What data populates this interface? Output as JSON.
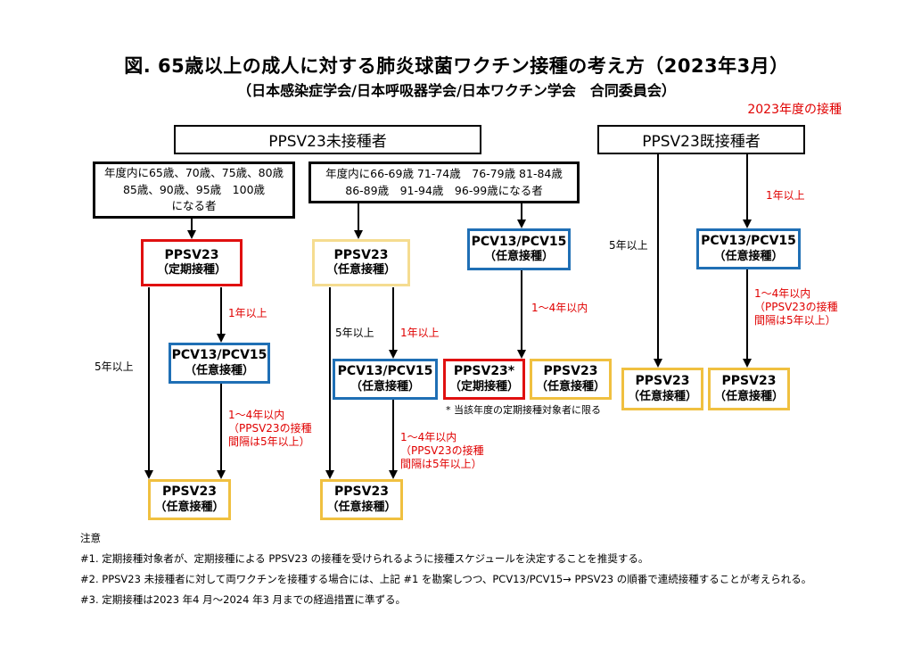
{
  "title": "図. 65歳以上の成人に対する肺炎球菌ワクチン接種の考え方（2023年3月）",
  "subtitle": "（日本感染症学会/日本呼吸器学会/日本ワクチン学会　合同委員会）",
  "fiscal_year_note": "2023年度の接種",
  "groups": {
    "unvaccinated": "PPSV23未接種者",
    "vaccinated": "PPSV23既接種者"
  },
  "conditions": {
    "ages_a_line1": "年度内に65歳、70歳、75歳、80歳",
    "ages_a_line2": "85歳、90歳、95歳　100歳",
    "ages_a_line3": "になる者",
    "ages_b_line1": "年度内に66-69歳 71-74歳　76-79歳 81-84歳",
    "ages_b_line2": "86-89歳　91-94歳　96-99歳になる者"
  },
  "boxes": {
    "ppsv23": "PPSV23",
    "pcv": "PCV13/PCV15",
    "routine": "（定期接種）",
    "optional": "（任意接種）",
    "routine_plain": "（定期接種）",
    "optional_plain": "（任意接種）",
    "ppsv23_star": "PPSV23*"
  },
  "labels": {
    "five_years": "5年以上",
    "one_year": "1年以上",
    "one_to_four": "1～4年以内",
    "interval_line1": "（PPSV23の接種",
    "interval_line2": "間隔は5年以上）"
  },
  "footnote_star": "* 当該年度の定期接種対象者に限る",
  "notes": {
    "heading": "注意",
    "n1": "#1. 定期接種対象者が、定期接種による PPSV23 の接種を受けられるように接種スケジュールを決定することを推奨する。",
    "n2": "#2. PPSV23 未接種者に対して両ワクチンを接種する場合には、上記 #1 を勘案しつつ、PCV13/PCV15→ PPSV23 の順番で連続接種することが考えられる。",
    "n3": "#3. 定期接種は2023 年4 月～2024 年3 月までの経過措置に準ずる。"
  },
  "colors": {
    "routine_red": "#e01010",
    "optional_yellow": "#f0c040",
    "pcv_blue": "#1f6fb5",
    "label_red": "#e00000"
  }
}
